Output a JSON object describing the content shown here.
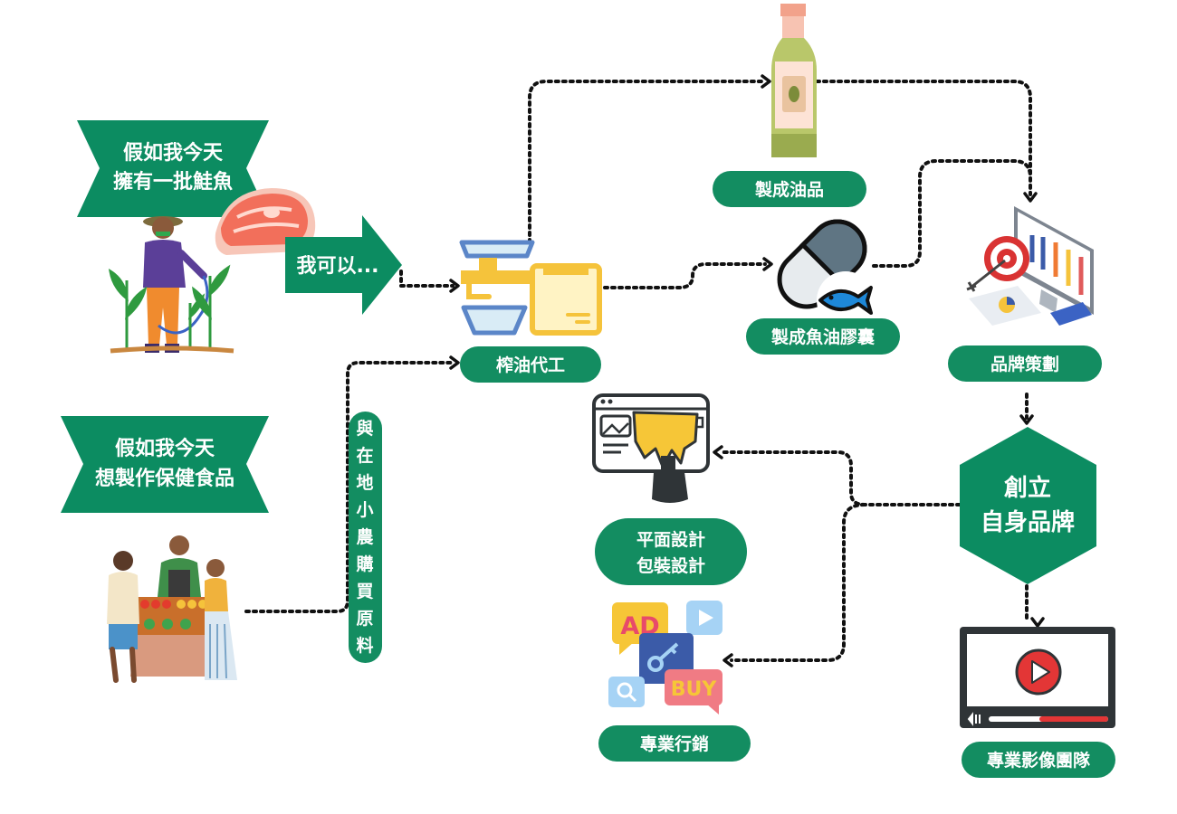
{
  "colors": {
    "brand_green": "#0c8c61",
    "pill_green": "#138d61",
    "connector": "#111111",
    "salmon": "#f26f5b",
    "bottle_glass": "#b9c76a",
    "capsule_grey": "#5f7583",
    "fish_blue": "#1e88d8",
    "press_blue": "#5b86c8",
    "press_yellow": "#f5c33b",
    "target_red": "#d93333",
    "play_red": "#e33636",
    "ad_yellow": "#f6c637",
    "buy_pink": "#f07b84"
  },
  "banners": {
    "salmon": [
      "假如我今天",
      "擁有一批鮭魚"
    ],
    "health": [
      "假如我今天",
      "想製作保健食品"
    ]
  },
  "arrow_label": "我可以...",
  "vertical_label": [
    "與",
    "在",
    "地",
    "小",
    "農",
    "購",
    "買",
    "原",
    "料"
  ],
  "pills": {
    "press": "榨油代工",
    "oil": "製成油品",
    "capsule": "製成魚油膠囊",
    "brand_plan": "品牌策劃",
    "graphic": [
      "平面設計",
      "包裝設計"
    ],
    "marketing": "專業行銷",
    "video": "專業影像團隊"
  },
  "hexagon": [
    "創立",
    "自身品牌"
  ],
  "icons": {
    "farmer": "farmer-illustration",
    "salmon": "salmon-steak-icon",
    "market": "farmers-market-illustration",
    "press": "oil-press-icon",
    "bottle": "olive-oil-bottle-icon",
    "capsule": "fish-oil-capsule-icon",
    "dashboard": "analytics-dashboard-icon",
    "design": "paint-roller-design-icon",
    "ads": "advertising-icons",
    "video": "video-player-icon"
  },
  "ads_text": {
    "ad": "AD",
    "buy": "BUY"
  }
}
